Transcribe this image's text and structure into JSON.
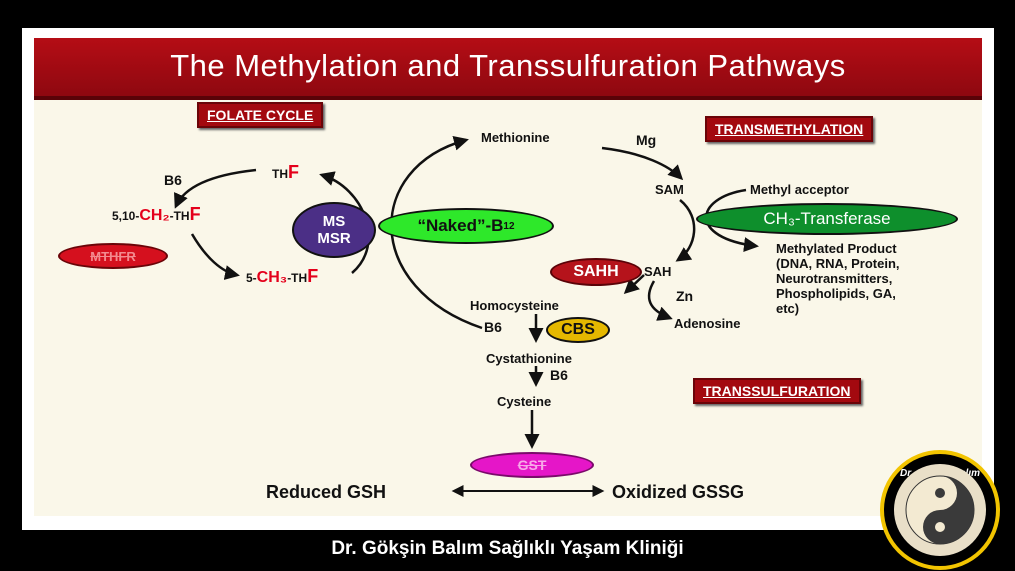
{
  "title": "The Methylation and Transsulfuration Pathways",
  "sections": {
    "folate_cycle": "FOLATE CYCLE",
    "transmethylation": "TRANSMETHYLATION",
    "transsulfuration": "TRANSSULFURATION"
  },
  "nodes": {
    "methionine": "Methionine",
    "mg": "Mg",
    "sam": "SAM",
    "methyl_acceptor": "Methyl acceptor",
    "ch3_transferase": "CH₃-Transferase",
    "methylated_product": [
      "Methylated Product",
      "(DNA, RNA, Protein,",
      "Neurotransmitters,",
      "Phospholipids, GA,",
      "etc)"
    ],
    "sahh": "SAHH",
    "sah": "SAH",
    "zn": "Zn",
    "adenosine": "Adenosine",
    "homocysteine": "Homocysteine",
    "b6_cbs": "B6",
    "cbs": "CBS",
    "cystathionine": "Cystathionine",
    "b6_cys": "B6",
    "cysteine": "Cysteine",
    "gst": "GST",
    "reduced_gsh": "Reduced GSH",
    "oxidized_gssg": "Oxidized GSSG",
    "naked_b12_prefix": "“Naked”-B",
    "naked_b12_sub": "12",
    "ms": "MS",
    "msr": "MSR",
    "b6_folate": "B6",
    "thf_prefix": "TH",
    "thf_f": "F",
    "ch2_prefix": "5,10-",
    "ch2_mid": "CH₂",
    "ch2_suffix": "-TH",
    "ch2_f": "F",
    "ch3_prefix": "5-",
    "ch3_mid": "CH₃",
    "ch3_suffix": "-TH",
    "ch3_f": "F",
    "mthfr": "MTHFR"
  },
  "footer": "Dr. Gökşin Balım Sağlıklı Yaşam Kliniği",
  "logo": {
    "text": "Dr. Gökşin Balım"
  },
  "colors": {
    "title_bar": "#a3090f",
    "ms_oval": "#4b2f86",
    "b12_oval": "#2ee82a",
    "ch3_transferase_oval": "#0e8f2c",
    "sahh_oval": "#b5131b",
    "cbs_oval": "#e5b800",
    "gst_oval": "#e516c8",
    "mthfr_oval": "#d5101e"
  }
}
